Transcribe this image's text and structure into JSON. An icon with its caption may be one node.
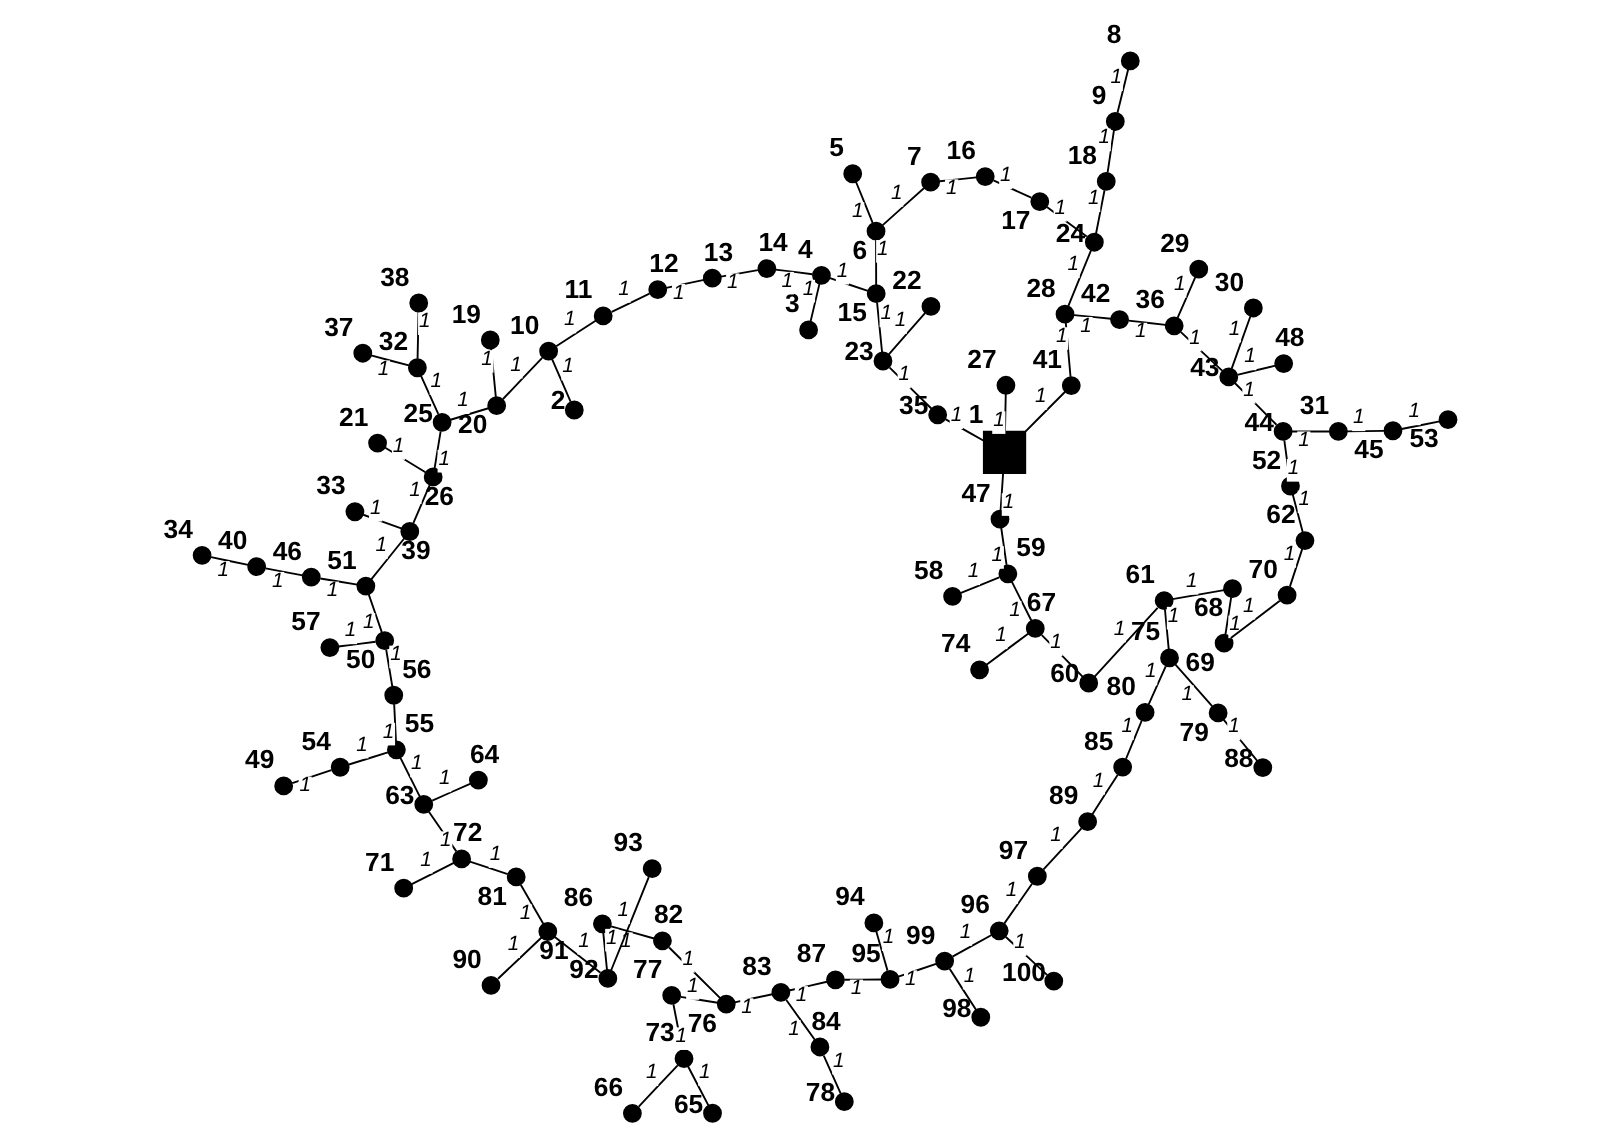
{
  "diagram": {
    "nodes": [
      {
        "text": [],
        "shape": "box",
        "beside": [
          "1"
        ]
      },
      {
        "text": [],
        "shape": "circle",
        "beside": [
          "2"
        ]
      },
      {
        "text": [],
        "shape": "circle",
        "beside": [
          "3"
        ]
      },
      {
        "text": [],
        "shape": "circle",
        "beside": [
          "4"
        ]
      },
      {
        "text": [],
        "shape": "circle",
        "beside": [
          "5"
        ]
      },
      {
        "text": [],
        "shape": "circle",
        "beside": [
          "6"
        ]
      },
      {
        "text": [],
        "shape": "circle",
        "beside": [
          "7"
        ]
      },
      {
        "text": [],
        "shape": "circle",
        "beside": [
          "8"
        ]
      },
      {
        "text": [],
        "shape": "circle",
        "beside": [
          "9"
        ]
      },
      {
        "text": [],
        "shape": "circle",
        "beside": [
          "10"
        ]
      },
      {
        "text": [],
        "shape": "circle",
        "beside": [
          "11"
        ]
      },
      {
        "text": [],
        "shape": "circle",
        "beside": [
          "12"
        ]
      },
      {
        "text": [],
        "shape": "circle",
        "beside": [
          "13"
        ]
      },
      {
        "text": [],
        "shape": "circle",
        "beside": [
          "14"
        ]
      },
      {
        "text": [],
        "shape": "circle",
        "beside": [
          "15"
        ]
      },
      {
        "text": [],
        "shape": "circle",
        "beside": [
          "16"
        ]
      },
      {
        "text": [],
        "shape": "circle",
        "beside": [
          "17"
        ]
      },
      {
        "text": [],
        "shape": "circle",
        "beside": [
          "18"
        ]
      },
      {
        "text": [],
        "shape": "circle",
        "beside": [
          "19"
        ]
      },
      {
        "text": [],
        "shape": "circle",
        "beside": [
          "20"
        ]
      },
      {
        "text": [],
        "shape": "circle",
        "beside": [
          "21"
        ]
      },
      {
        "text": [],
        "shape": "circle",
        "beside": [
          "22"
        ]
      },
      {
        "text": [],
        "shape": "circle",
        "beside": [
          "23"
        ]
      },
      {
        "text": [],
        "shape": "circle",
        "beside": [
          "24"
        ]
      },
      {
        "text": [],
        "shape": "circle",
        "beside": [
          "25"
        ]
      },
      {
        "text": [],
        "shape": "circle",
        "beside": [
          "26"
        ]
      },
      {
        "text": [],
        "shape": "circle",
        "beside": [
          "27"
        ]
      },
      {
        "text": [],
        "shape": "circle",
        "beside": [
          "28"
        ]
      },
      {
        "text": [],
        "shape": "circle",
        "beside": [
          "29"
        ]
      },
      {
        "text": [],
        "shape": "circle",
        "beside": [
          "30"
        ]
      },
      {
        "text": [],
        "shape": "circle",
        "beside": [
          "31"
        ]
      },
      {
        "text": [],
        "shape": "circle",
        "beside": [
          "32"
        ]
      },
      {
        "text": [],
        "shape": "circle",
        "beside": [
          "33"
        ]
      },
      {
        "text": [],
        "shape": "circle",
        "beside": [
          "34"
        ]
      },
      {
        "text": [],
        "shape": "circle",
        "beside": [
          "35"
        ]
      },
      {
        "text": [],
        "shape": "circle",
        "beside": [
          "36"
        ]
      },
      {
        "text": [],
        "shape": "circle",
        "beside": [
          "37"
        ]
      },
      {
        "text": [],
        "shape": "circle",
        "beside": [
          "38"
        ]
      },
      {
        "text": [],
        "shape": "circle",
        "beside": [
          "39"
        ]
      },
      {
        "text": [],
        "shape": "circle",
        "beside": [
          "40"
        ]
      },
      {
        "text": [],
        "shape": "circle",
        "beside": [
          "41"
        ]
      },
      {
        "text": [],
        "shape": "circle",
        "beside": [
          "42"
        ]
      },
      {
        "text": [],
        "shape": "circle",
        "beside": [
          "43"
        ]
      },
      {
        "text": [],
        "shape": "circle",
        "beside": [
          "44"
        ]
      },
      {
        "text": [],
        "shape": "circle",
        "beside": [
          "45"
        ]
      },
      {
        "text": [],
        "shape": "circle",
        "beside": [
          "46"
        ]
      },
      {
        "text": [],
        "shape": "circle",
        "beside": [
          "47"
        ]
      },
      {
        "text": [],
        "shape": "circle",
        "beside": [
          "48"
        ]
      },
      {
        "text": [],
        "shape": "circle",
        "beside": [
          "49"
        ]
      },
      {
        "text": [],
        "shape": "circle",
        "beside": [
          "50"
        ]
      },
      {
        "text": [],
        "shape": "circle",
        "beside": [
          "51"
        ]
      },
      {
        "text": [],
        "shape": "circle",
        "beside": [
          "52"
        ]
      },
      {
        "text": [],
        "shape": "circle",
        "beside": [
          "53"
        ]
      },
      {
        "text": [],
        "shape": "circle",
        "beside": [
          "54"
        ]
      },
      {
        "text": [],
        "shape": "circle",
        "beside": [
          "55"
        ]
      },
      {
        "text": [],
        "shape": "circle",
        "beside": [
          "56"
        ]
      },
      {
        "text": [],
        "shape": "circle",
        "beside": [
          "57"
        ]
      },
      {
        "text": [],
        "shape": "circle",
        "beside": [
          "58"
        ]
      },
      {
        "text": [],
        "shape": "circle",
        "beside": [
          "59"
        ]
      },
      {
        "text": [],
        "shape": "circle",
        "beside": [
          "60"
        ]
      },
      {
        "text": [],
        "shape": "circle",
        "beside": [
          "61"
        ]
      },
      {
        "text": [],
        "shape": "circle",
        "beside": [
          "62"
        ]
      },
      {
        "text": [],
        "shape": "circle",
        "beside": [
          "63"
        ]
      },
      {
        "text": [],
        "shape": "circle",
        "beside": [
          "64"
        ]
      },
      {
        "text": [],
        "shape": "circle",
        "beside": [
          "65"
        ]
      },
      {
        "text": [],
        "shape": "circle",
        "beside": [
          "66"
        ]
      },
      {
        "text": [],
        "shape": "circle",
        "beside": [
          "67"
        ]
      },
      {
        "text": [],
        "shape": "circle",
        "beside": [
          "68"
        ]
      },
      {
        "text": [],
        "shape": "circle",
        "beside": [
          "69"
        ]
      },
      {
        "text": [],
        "shape": "circle",
        "beside": [
          "70"
        ]
      },
      {
        "text": [],
        "shape": "circle",
        "beside": [
          "71"
        ]
      },
      {
        "text": [],
        "shape": "circle",
        "beside": [
          "72"
        ]
      },
      {
        "text": [],
        "shape": "circle",
        "beside": [
          "73"
        ]
      },
      {
        "text": [],
        "shape": "circle",
        "beside": [
          "74"
        ]
      },
      {
        "text": [],
        "shape": "circle",
        "beside": [
          "75"
        ]
      },
      {
        "text": [],
        "shape": "circle",
        "beside": [
          "76"
        ]
      },
      {
        "text": [],
        "shape": "circle",
        "beside": [
          "77"
        ]
      },
      {
        "text": [],
        "shape": "circle",
        "beside": [
          "78"
        ]
      },
      {
        "text": [],
        "shape": "circle",
        "beside": [
          "79"
        ]
      },
      {
        "text": [],
        "shape": "circle",
        "beside": [
          "80"
        ]
      },
      {
        "text": [],
        "shape": "circle",
        "beside": [
          "81"
        ]
      },
      {
        "text": [],
        "shape": "circle",
        "beside": [
          "82"
        ]
      },
      {
        "text": [],
        "shape": "circle",
        "beside": [
          "83"
        ]
      },
      {
        "text": [],
        "shape": "circle",
        "beside": [
          "84"
        ]
      },
      {
        "text": [],
        "shape": "circle",
        "beside": [
          "85"
        ]
      },
      {
        "text": [],
        "shape": "circle",
        "beside": [
          "86"
        ]
      },
      {
        "text": [],
        "shape": "circle",
        "beside": [
          "87"
        ]
      },
      {
        "text": [],
        "shape": "circle",
        "beside": [
          "88"
        ]
      },
      {
        "text": [],
        "shape": "circle",
        "beside": [
          "89"
        ]
      },
      {
        "text": [],
        "shape": "circle",
        "beside": [
          "90"
        ]
      },
      {
        "text": [],
        "shape": "circle",
        "beside": [
          "91"
        ]
      },
      {
        "text": [],
        "shape": "circle",
        "beside": [
          "92"
        ]
      },
      {
        "text": [],
        "shape": "circle",
        "beside": [
          "93"
        ]
      },
      {
        "text": [],
        "shape": "circle",
        "beside": [
          "94"
        ]
      },
      {
        "text": [],
        "shape": "circle",
        "beside": [
          "95"
        ]
      },
      {
        "text": [],
        "shape": "circle",
        "beside": [
          "96"
        ]
      },
      {
        "text": [],
        "shape": "circle",
        "beside": [
          "97"
        ]
      },
      {
        "text": [],
        "shape": "circle",
        "beside": [
          "98"
        ]
      },
      {
        "text": [],
        "shape": "circle",
        "beside": [
          "99"
        ]
      },
      {
        "text": [],
        "shape": "circle",
        "beside": [
          "100"
        ]
      }
    ],
    "edges": [
      {
        "from": 91,
        "to": 92,
        "arrow": "none",
        "label": "1"
      },
      {
        "from": 91,
        "to": 90,
        "arrow": "none",
        "label": "1"
      },
      {
        "from": 91,
        "to": 85,
        "arrow": "none",
        "label": "1"
      },
      {
        "from": 89,
        "to": 90,
        "arrow": "none",
        "label": "1"
      },
      {
        "from": 90,
        "to": 80,
        "arrow": "none",
        "label": "1"
      },
      {
        "from": 80,
        "to": 71,
        "arrow": "none",
        "label": "1"
      },
      {
        "from": 70,
        "to": 71,
        "arrow": "none",
        "label": "1"
      },
      {
        "from": 71,
        "to": 62,
        "arrow": "none",
        "label": "1"
      },
      {
        "from": 62,
        "to": 63,
        "arrow": "none",
        "label": "1"
      },
      {
        "from": 62,
        "to": 54,
        "arrow": "none",
        "label": "1"
      },
      {
        "from": 53,
        "to": 54,
        "arrow": "none",
        "label": "1"
      },
      {
        "from": 53,
        "to": 48,
        "arrow": "none",
        "label": "1"
      },
      {
        "from": 54,
        "to": 55,
        "arrow": "none",
        "label": "1"
      },
      {
        "from": 55,
        "to": 49,
        "arrow": "none",
        "label": "1"
      },
      {
        "from": 56,
        "to": 49,
        "arrow": "none",
        "label": "1"
      },
      {
        "from": 49,
        "to": 50,
        "arrow": "none",
        "label": "1"
      },
      {
        "from": 50,
        "to": 45,
        "arrow": "none",
        "label": "1"
      },
      {
        "from": 50,
        "to": 38,
        "arrow": "none",
        "label": "1"
      },
      {
        "from": 45,
        "to": 39,
        "arrow": "none",
        "label": "1"
      },
      {
        "from": 39,
        "to": 33,
        "arrow": "none",
        "label": "1"
      },
      {
        "from": 38,
        "to": 32,
        "arrow": "none",
        "label": "1"
      },
      {
        "from": 38,
        "to": 25,
        "arrow": "none",
        "label": "1"
      },
      {
        "from": 25,
        "to": 20,
        "arrow": "none",
        "label": "1"
      },
      {
        "from": 25,
        "to": 24,
        "arrow": "none",
        "label": "1"
      },
      {
        "from": 24,
        "to": 31,
        "arrow": "none",
        "label": "1"
      },
      {
        "from": 31,
        "to": 36,
        "arrow": "none",
        "label": "1"
      },
      {
        "from": 31,
        "to": 37,
        "arrow": "none",
        "label": "1"
      },
      {
        "from": 24,
        "to": 19,
        "arrow": "none",
        "label": "1"
      },
      {
        "from": 18,
        "to": 19,
        "arrow": "none",
        "label": "1"
      },
      {
        "from": 19,
        "to": 9,
        "arrow": "none",
        "label": "1"
      },
      {
        "from": 9,
        "to": 1,
        "arrow": "none",
        "label": "1"
      },
      {
        "from": 9,
        "to": 10,
        "arrow": "none",
        "label": "1"
      },
      {
        "from": 10,
        "to": 11,
        "arrow": "none",
        "label": "1"
      },
      {
        "from": 11,
        "to": 12,
        "arrow": "none",
        "label": "1"
      },
      {
        "from": 12,
        "to": 13,
        "arrow": "none",
        "label": "1"
      },
      {
        "from": 13,
        "to": 3,
        "arrow": "none",
        "label": "1"
      },
      {
        "from": 2,
        "to": 3,
        "arrow": "none",
        "label": "1"
      },
      {
        "from": 3,
        "to": 14,
        "arrow": "none",
        "label": "1"
      },
      {
        "from": 14,
        "to": 22,
        "arrow": "none",
        "label": "1"
      },
      {
        "from": 22,
        "to": 21,
        "arrow": "none",
        "label": "1"
      },
      {
        "from": 22,
        "to": 34,
        "arrow": "none",
        "label": "1"
      },
      {
        "from": 34,
        "to": 0,
        "arrow": "none",
        "label": "1"
      },
      {
        "from": 0,
        "to": 46,
        "arrow": "none",
        "label": "1"
      },
      {
        "from": 46,
        "to": 58,
        "arrow": "none",
        "label": "1"
      },
      {
        "from": 58,
        "to": 57,
        "arrow": "none",
        "label": "1"
      },
      {
        "from": 58,
        "to": 66,
        "arrow": "none",
        "label": "1"
      },
      {
        "from": 66,
        "to": 73,
        "arrow": "none",
        "label": "1"
      },
      {
        "from": 66,
        "to": 59,
        "arrow": "none",
        "label": "1"
      },
      {
        "from": 59,
        "to": 60,
        "arrow": "none",
        "label": "1"
      },
      {
        "from": 60,
        "to": 74,
        "arrow": "none",
        "label": "1"
      },
      {
        "from": 60,
        "to": 67,
        "arrow": "none",
        "label": "1"
      },
      {
        "from": 74,
        "to": 78,
        "arrow": "none",
        "label": "1"
      },
      {
        "from": 78,
        "to": 87,
        "arrow": "none",
        "label": "1"
      },
      {
        "from": 74,
        "to": 79,
        "arrow": "none",
        "label": "1"
      },
      {
        "from": 79,
        "to": 84,
        "arrow": "none",
        "label": "1"
      },
      {
        "from": 84,
        "to": 88,
        "arrow": "none",
        "label": "1"
      },
      {
        "from": 88,
        "to": 96,
        "arrow": "none",
        "label": "1"
      },
      {
        "from": 96,
        "to": 95,
        "arrow": "none",
        "label": "1"
      },
      {
        "from": 95,
        "to": 99,
        "arrow": "none",
        "label": "1"
      },
      {
        "from": 95,
        "to": 98,
        "arrow": "none",
        "label": "1"
      },
      {
        "from": 98,
        "to": 97,
        "arrow": "none",
        "label": "1"
      },
      {
        "from": 98,
        "to": 94,
        "arrow": "none",
        "label": "1"
      },
      {
        "from": 94,
        "to": 93,
        "arrow": "none",
        "label": "1"
      },
      {
        "from": 94,
        "to": 86,
        "arrow": "none",
        "label": "1"
      },
      {
        "from": 86,
        "to": 82,
        "arrow": "none",
        "label": "1"
      },
      {
        "from": 82,
        "to": 83,
        "arrow": "none",
        "label": "1"
      },
      {
        "from": 83,
        "to": 77,
        "arrow": "none",
        "label": "1"
      },
      {
        "from": 82,
        "to": 75,
        "arrow": "none",
        "label": "1"
      },
      {
        "from": 75,
        "to": 76,
        "arrow": "none",
        "label": "1"
      },
      {
        "from": 75,
        "to": 81,
        "arrow": "none",
        "label": "1"
      },
      {
        "from": 81,
        "to": 85,
        "arrow": "none",
        "label": "1"
      },
      {
        "from": 76,
        "to": 72,
        "arrow": "none",
        "label": "1"
      },
      {
        "from": 72,
        "to": 64,
        "arrow": "none",
        "label": "1"
      },
      {
        "from": 72,
        "to": 65,
        "arrow": "none",
        "label": "1"
      },
      {
        "from": 67,
        "to": 68,
        "arrow": "none",
        "label": "1"
      },
      {
        "from": 68,
        "to": 69,
        "arrow": "none",
        "label": "1"
      },
      {
        "from": 69,
        "to": 61,
        "arrow": "none",
        "label": "1"
      },
      {
        "from": 61,
        "to": 51,
        "arrow": "none",
        "label": "1"
      },
      {
        "from": 51,
        "to": 43,
        "arrow": "none",
        "label": "1"
      },
      {
        "from": 43,
        "to": 42,
        "arrow": "none",
        "label": "1"
      },
      {
        "from": 42,
        "to": 47,
        "arrow": "none",
        "label": "1"
      },
      {
        "from": 42,
        "to": 29,
        "arrow": "none",
        "label": "1"
      },
      {
        "from": 42,
        "to": 35,
        "arrow": "none",
        "label": "1"
      },
      {
        "from": 35,
        "to": 41,
        "arrow": "none",
        "label": "1"
      },
      {
        "from": 35,
        "to": 28,
        "arrow": "none",
        "label": "1"
      },
      {
        "from": 41,
        "to": 27,
        "arrow": "none",
        "label": "1"
      },
      {
        "from": 27,
        "to": 40,
        "arrow": "none",
        "label": "1"
      },
      {
        "from": 40,
        "to": 0,
        "arrow": "none",
        "label": "1"
      },
      {
        "from": 0,
        "to": 26,
        "arrow": "none",
        "label": "1"
      },
      {
        "from": 27,
        "to": 23,
        "arrow": "none",
        "label": "1"
      },
      {
        "from": 23,
        "to": 16,
        "arrow": "none",
        "label": "1"
      },
      {
        "from": 23,
        "to": 17,
        "arrow": "none",
        "label": "1"
      },
      {
        "from": 16,
        "to": 15,
        "arrow": "none",
        "label": "1"
      },
      {
        "from": 15,
        "to": 6,
        "arrow": "none",
        "label": "1"
      },
      {
        "from": 5,
        "to": 6,
        "arrow": "none",
        "label": "1"
      },
      {
        "from": 14,
        "to": 5,
        "arrow": "none",
        "label": "1"
      },
      {
        "from": 4,
        "to": 5,
        "arrow": "none",
        "label": "1"
      },
      {
        "from": 17,
        "to": 8,
        "arrow": "none",
        "label": "1"
      },
      {
        "from": 7,
        "to": 8,
        "arrow": "none",
        "label": "1"
      },
      {
        "from": 43,
        "to": 30,
        "arrow": "none",
        "label": "1"
      },
      {
        "from": 30,
        "to": 44,
        "arrow": "none",
        "label": "1"
      },
      {
        "from": 44,
        "to": 52,
        "arrow": "none",
        "label": "1"
      }
    ]
  }
}
